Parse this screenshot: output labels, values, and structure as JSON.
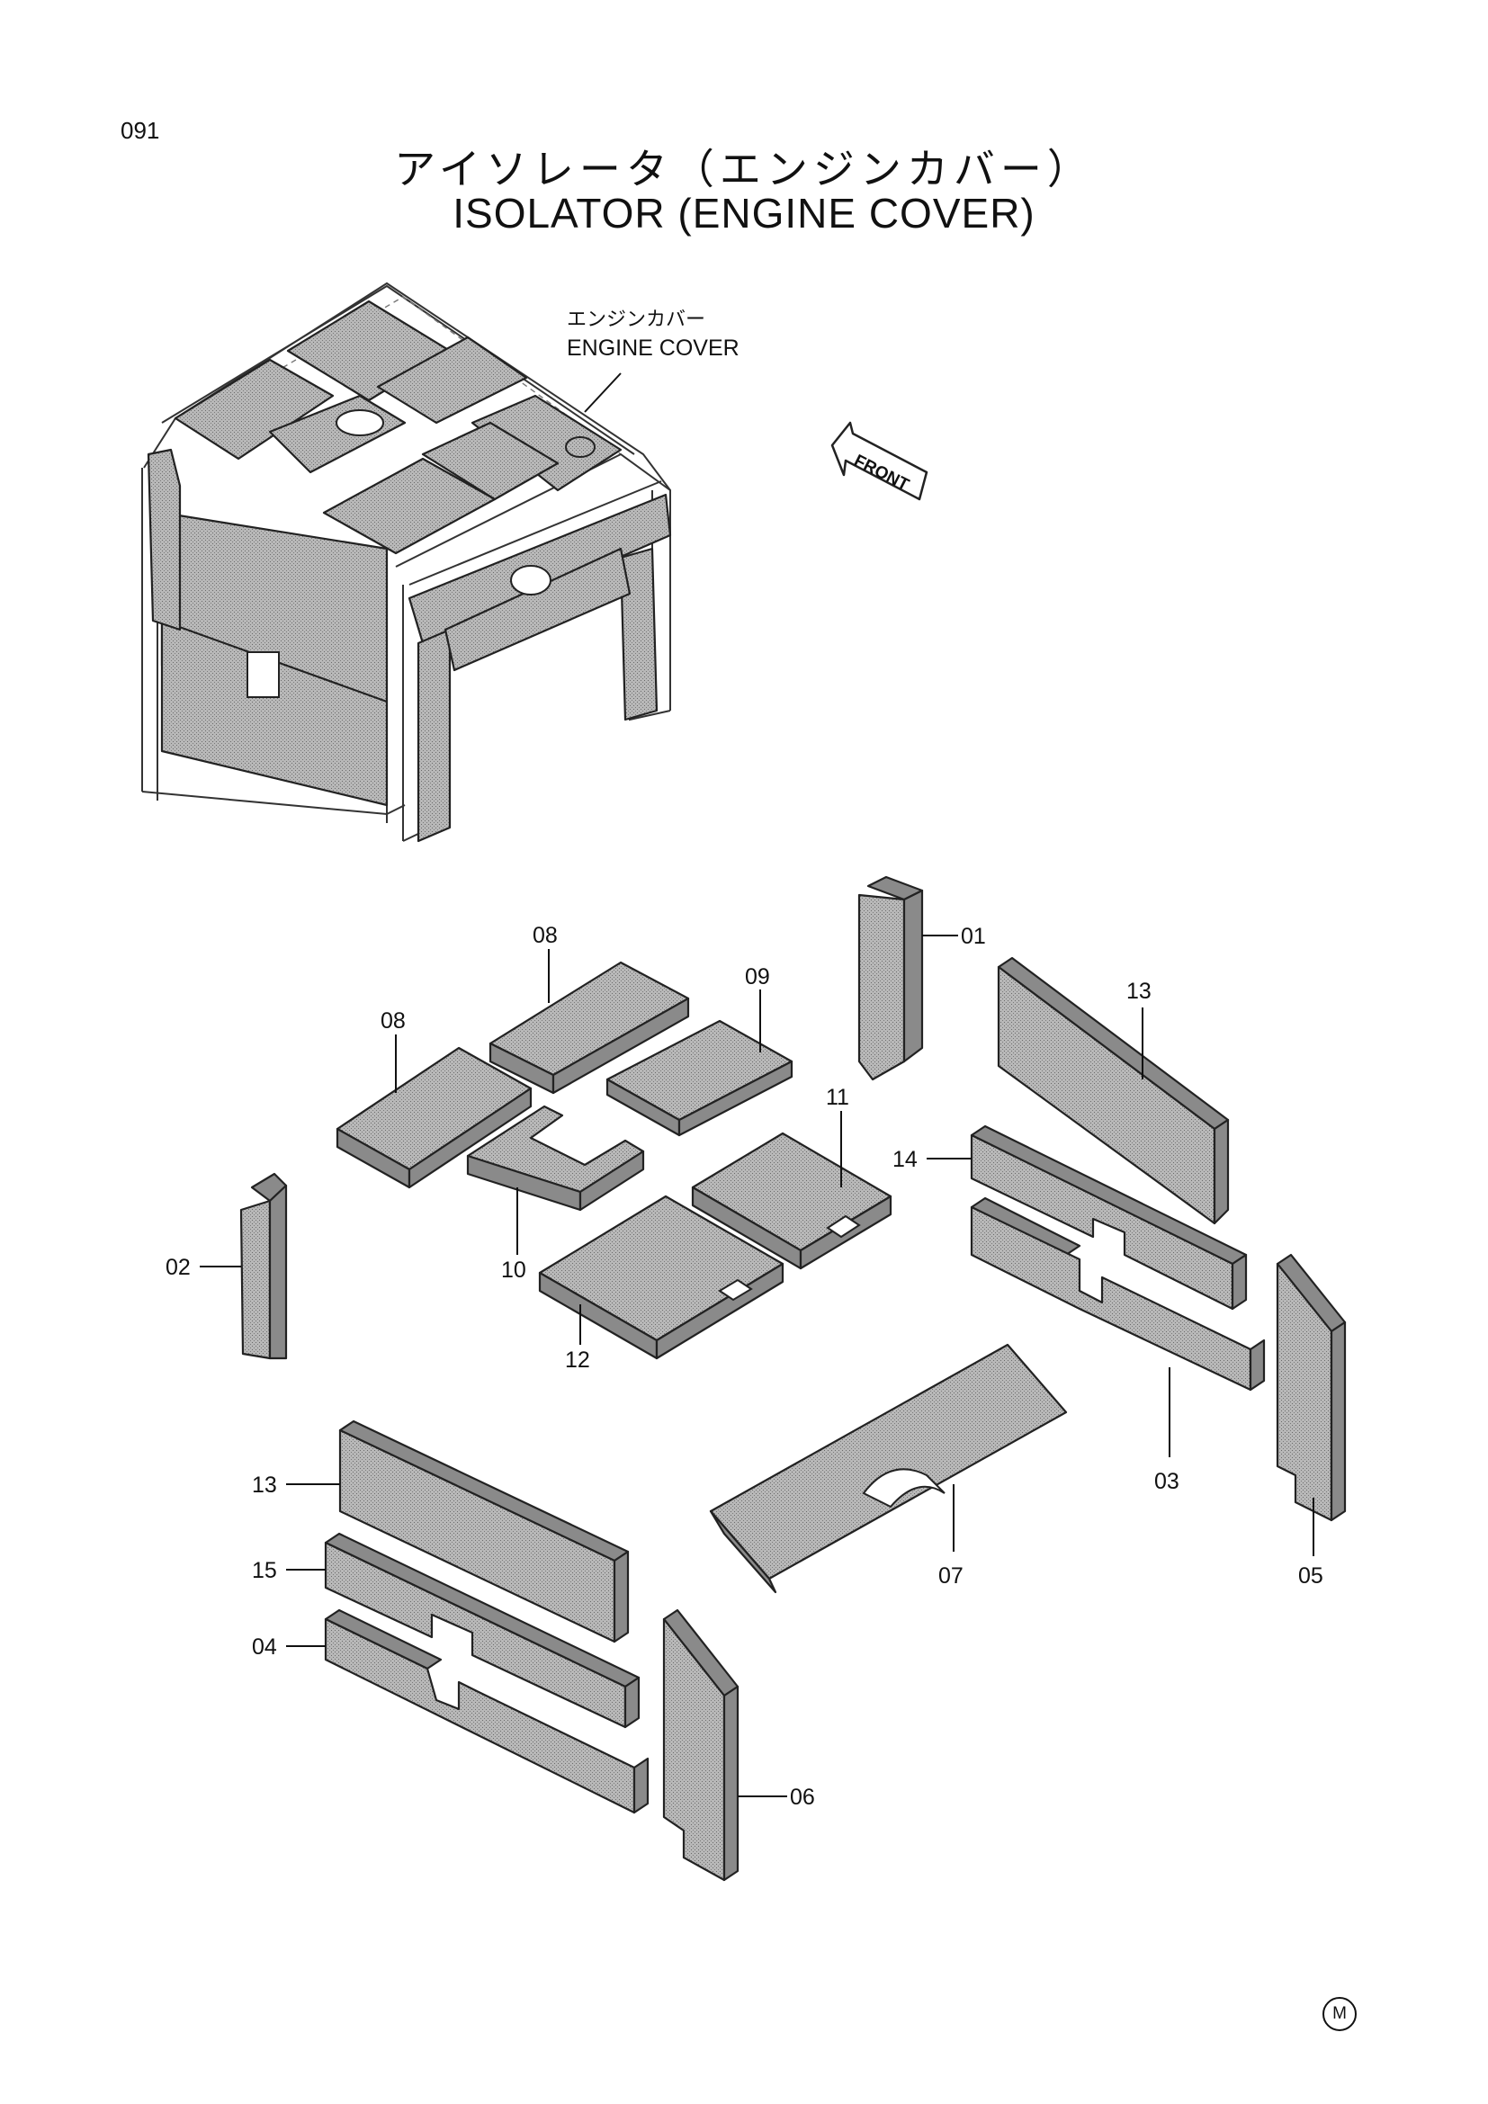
{
  "page": {
    "number": "091",
    "title_jp": "アイソレータ（エンジンカバー）",
    "title_en": "ISOLATOR (ENGINE COVER)",
    "mark": "M"
  },
  "assembly": {
    "label_jp": "エンジンカバー",
    "label_en": "ENGINE COVER",
    "front_label": "FRONT"
  },
  "callouts": {
    "c01": "01",
    "c02": "02",
    "c03": "03",
    "c04": "04",
    "c05": "05",
    "c06": "06",
    "c07": "07",
    "c08a": "08",
    "c08b": "08",
    "c09": "09",
    "c10": "10",
    "c11": "11",
    "c12": "12",
    "c13a": "13",
    "c13b": "13",
    "c14": "14",
    "c15": "15"
  }
}
